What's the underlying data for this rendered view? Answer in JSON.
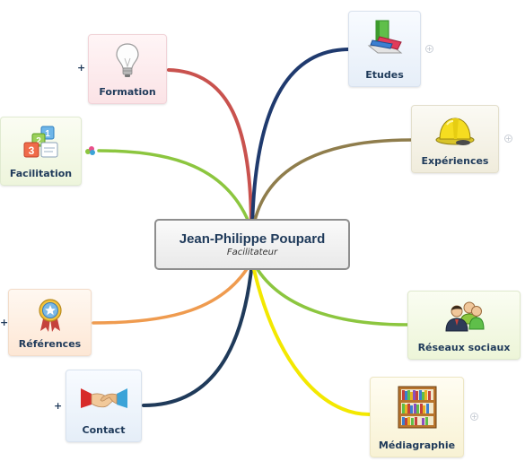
{
  "center": {
    "title": "Jean-Philippe Poupard",
    "subtitle": "Facilitateur"
  },
  "branches": [
    {
      "label": "Formation",
      "icon": "lightbulb-icon",
      "color": "#c9524e",
      "expander": "+"
    },
    {
      "label": "Facilitation",
      "icon": "numbered-blocks-icon",
      "color": "#8cc63f",
      "expander": ""
    },
    {
      "label": "Références",
      "icon": "award-ribbon-icon",
      "color": "#ef9b4f",
      "expander": "+"
    },
    {
      "label": "Contact",
      "icon": "handshake-icon",
      "color": "#1f3a5a",
      "expander": "+"
    },
    {
      "label": "Etudes",
      "icon": "books-icon",
      "color": "#1f3a6e",
      "expander": "+"
    },
    {
      "label": "Expériences",
      "icon": "hard-hat-icon",
      "color": "#8f7d4c",
      "expander": "+"
    },
    {
      "label": "Réseaux sociaux",
      "icon": "people-icon",
      "color": "#8cc63f",
      "expander": ""
    },
    {
      "label": "Médiagraphie",
      "icon": "bookshelf-icon",
      "color": "#f3e800",
      "expander": "+"
    }
  ],
  "colors": {
    "node_border": "#dfe3ea",
    "center_border": "#8e8e8e",
    "text": "#1f3a5a"
  }
}
